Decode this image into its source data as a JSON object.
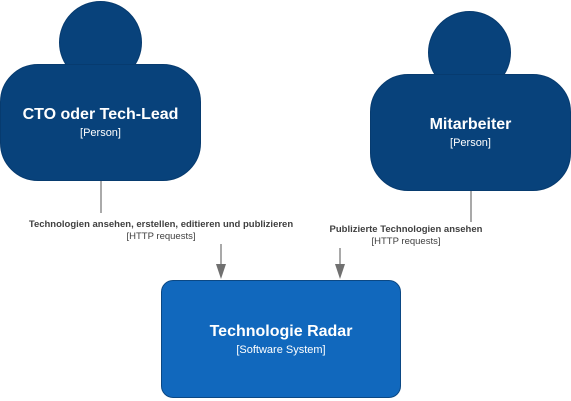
{
  "persons": [
    {
      "name": "CTO oder Tech-Lead",
      "type": "[Person]"
    },
    {
      "name": "Mitarbeiter",
      "type": "[Person]"
    }
  ],
  "system": {
    "name": "Technologie Radar",
    "type": "[Software System]"
  },
  "relationships": [
    {
      "description": "Technologien ansehen, erstellen, editieren und publizieren",
      "technology": "[HTTP requests]"
    },
    {
      "description": "Publizierte Technologien ansehen",
      "technology": "[HTTP requests]"
    }
  ],
  "colors": {
    "person": "#08427b",
    "system": "#1168bd",
    "line": "#707070",
    "label": "#404040"
  }
}
